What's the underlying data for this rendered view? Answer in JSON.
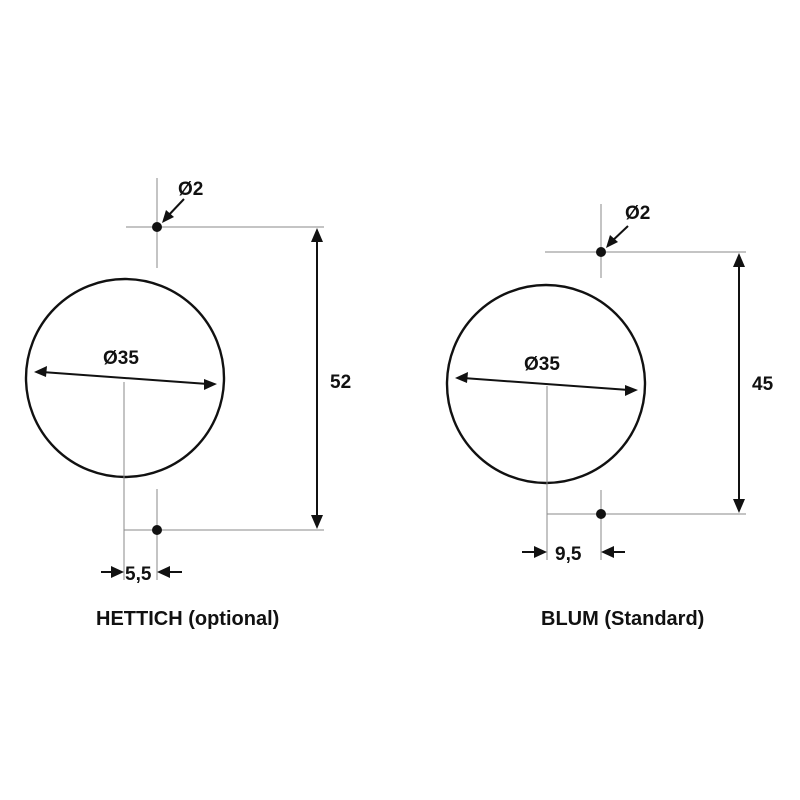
{
  "diagrams": [
    {
      "caption": "HETTICH (optional)",
      "cup_diameter_label": "Ø35",
      "hole_diameter_label": "Ø2",
      "vertical_distance_label": "52",
      "horizontal_offset_label": "5,5"
    },
    {
      "caption": "BLUM (Standard)",
      "cup_diameter_label": "Ø35",
      "hole_diameter_label": "Ø2",
      "vertical_distance_label": "45",
      "horizontal_offset_label": "9,5"
    }
  ]
}
